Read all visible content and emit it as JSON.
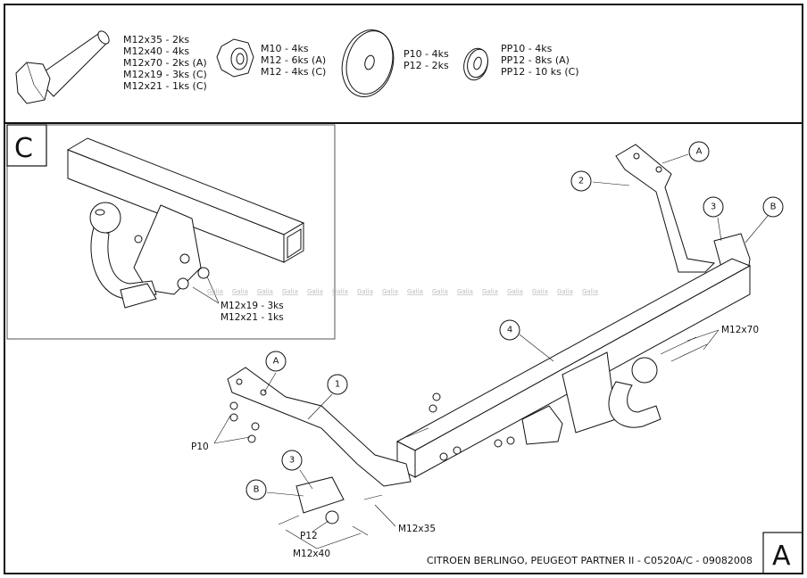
{
  "parts": {
    "bolts": [
      "M12x35 - 2ks",
      "M12x40 - 4ks",
      "M12x70 - 2ks (A)",
      "M12x19 - 3ks (C)",
      "M12x21 - 1ks (C)"
    ],
    "nuts": [
      "M10 - 4ks",
      "M12 - 6ks (A)",
      "M12 - 4ks (C)"
    ],
    "washers": [
      "P10 - 4ks",
      "P12 - 2ks"
    ],
    "spring_washers": [
      "PP10 - 4ks",
      "PP12 - 8ks (A)",
      "PP12 - 10 ks (C)"
    ]
  },
  "detail_c": {
    "label": "C",
    "bolt_labels": [
      "M12x19 - 3ks",
      "M12x21 - 1ks"
    ]
  },
  "watermark": "Galia",
  "callouts": {
    "a_top": "A",
    "two": "2",
    "three_right": "3",
    "b_right": "B",
    "four": "4",
    "a_left": "A",
    "one": "1",
    "three_left": "3",
    "b_left": "B"
  },
  "labels": {
    "m12x70": "M12x70",
    "p10": "P10",
    "p12": "P12",
    "m12x35": "M12x35",
    "m12x40": "M12x40"
  },
  "title_block": {
    "title": "CITROEN BERLINGO, PEUGEOT PARTNER II - C0520A/C - 09082008",
    "view": "A"
  }
}
